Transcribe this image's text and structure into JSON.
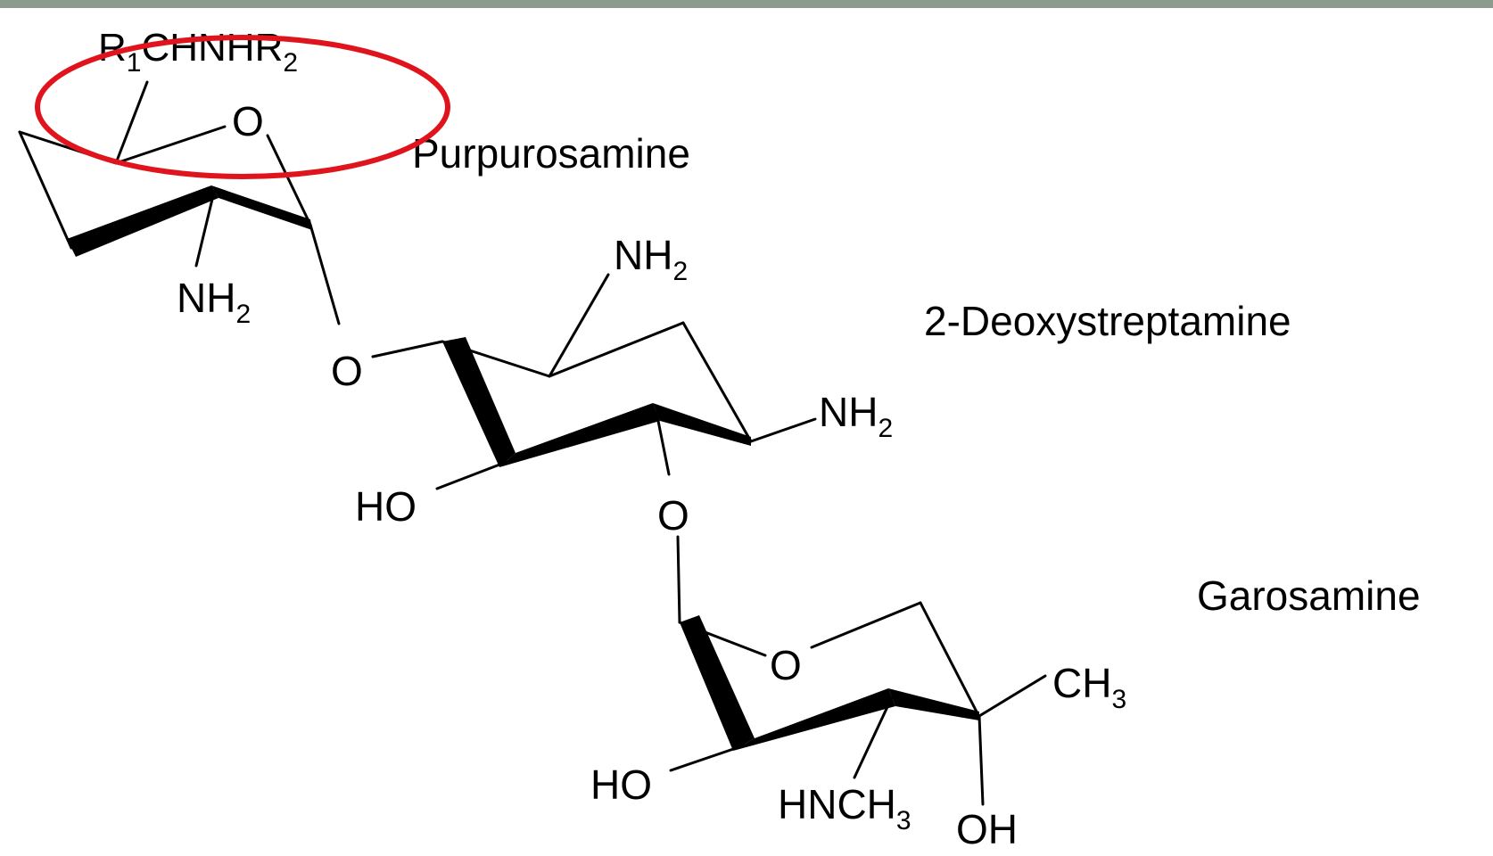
{
  "colors": {
    "top_bar": "#8d9b8d",
    "bonds": "#000000",
    "highlight_ellipse": "#e0141c"
  },
  "labels": {
    "purpurosamine_name": "Purpurosamine",
    "deoxystreptamine_name": "2-Deoxystreptamine",
    "garosamine_name": "Garosamine"
  },
  "ring1": {
    "substituent_main_1": "R",
    "substituent_sub_1": "1",
    "substituent_main_2": "CHNHR",
    "substituent_sub_2": "2",
    "ring_oxygen": "O",
    "amino_main": "NH",
    "amino_sub": "2"
  },
  "linker1": {
    "oxygen": "O"
  },
  "ring2": {
    "amino_top_main": "NH",
    "amino_top_sub": "2",
    "amino_right_main": "NH",
    "amino_right_sub": "2",
    "hydroxyl": "HO"
  },
  "linker2": {
    "oxygen": "O"
  },
  "ring3": {
    "ring_oxygen": "O",
    "methyl_main": "CH",
    "methyl_sub": "3",
    "hydroxyl_left": "HO",
    "methylamino_main": "HNCH",
    "methylamino_sub": "3",
    "hydroxyl_bottom": "OH"
  }
}
